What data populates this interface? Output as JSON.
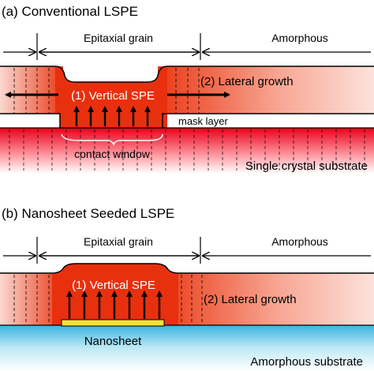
{
  "panel_a": {
    "title": "(a) Conventional LSPE",
    "region_epitaxial": "Epitaxial grain",
    "region_amorphous": "Amorphous",
    "vertical_label": "(1) Vertical SPE",
    "lateral_label": "(2) Lateral growth",
    "mask_label": "mask layer",
    "window_label": "contact window",
    "substrate_label": "Single crystal substrate"
  },
  "panel_b": {
    "title": "(b) Nanosheet Seeded LSPE",
    "region_epitaxial": "Epitaxial grain",
    "region_amorphous": "Amorphous",
    "vertical_label": "(1) Vertical SPE",
    "lateral_label": "(2) Lateral growth",
    "seed_label": "Nanosheet",
    "substrate_label": "Amorphous substrate"
  },
  "colors": {
    "crystal": "#e8300f",
    "amorphous": "#fde2dc",
    "substrate_amorphous": "#bfe9f6",
    "nanosheet": "#f4e23a"
  }
}
